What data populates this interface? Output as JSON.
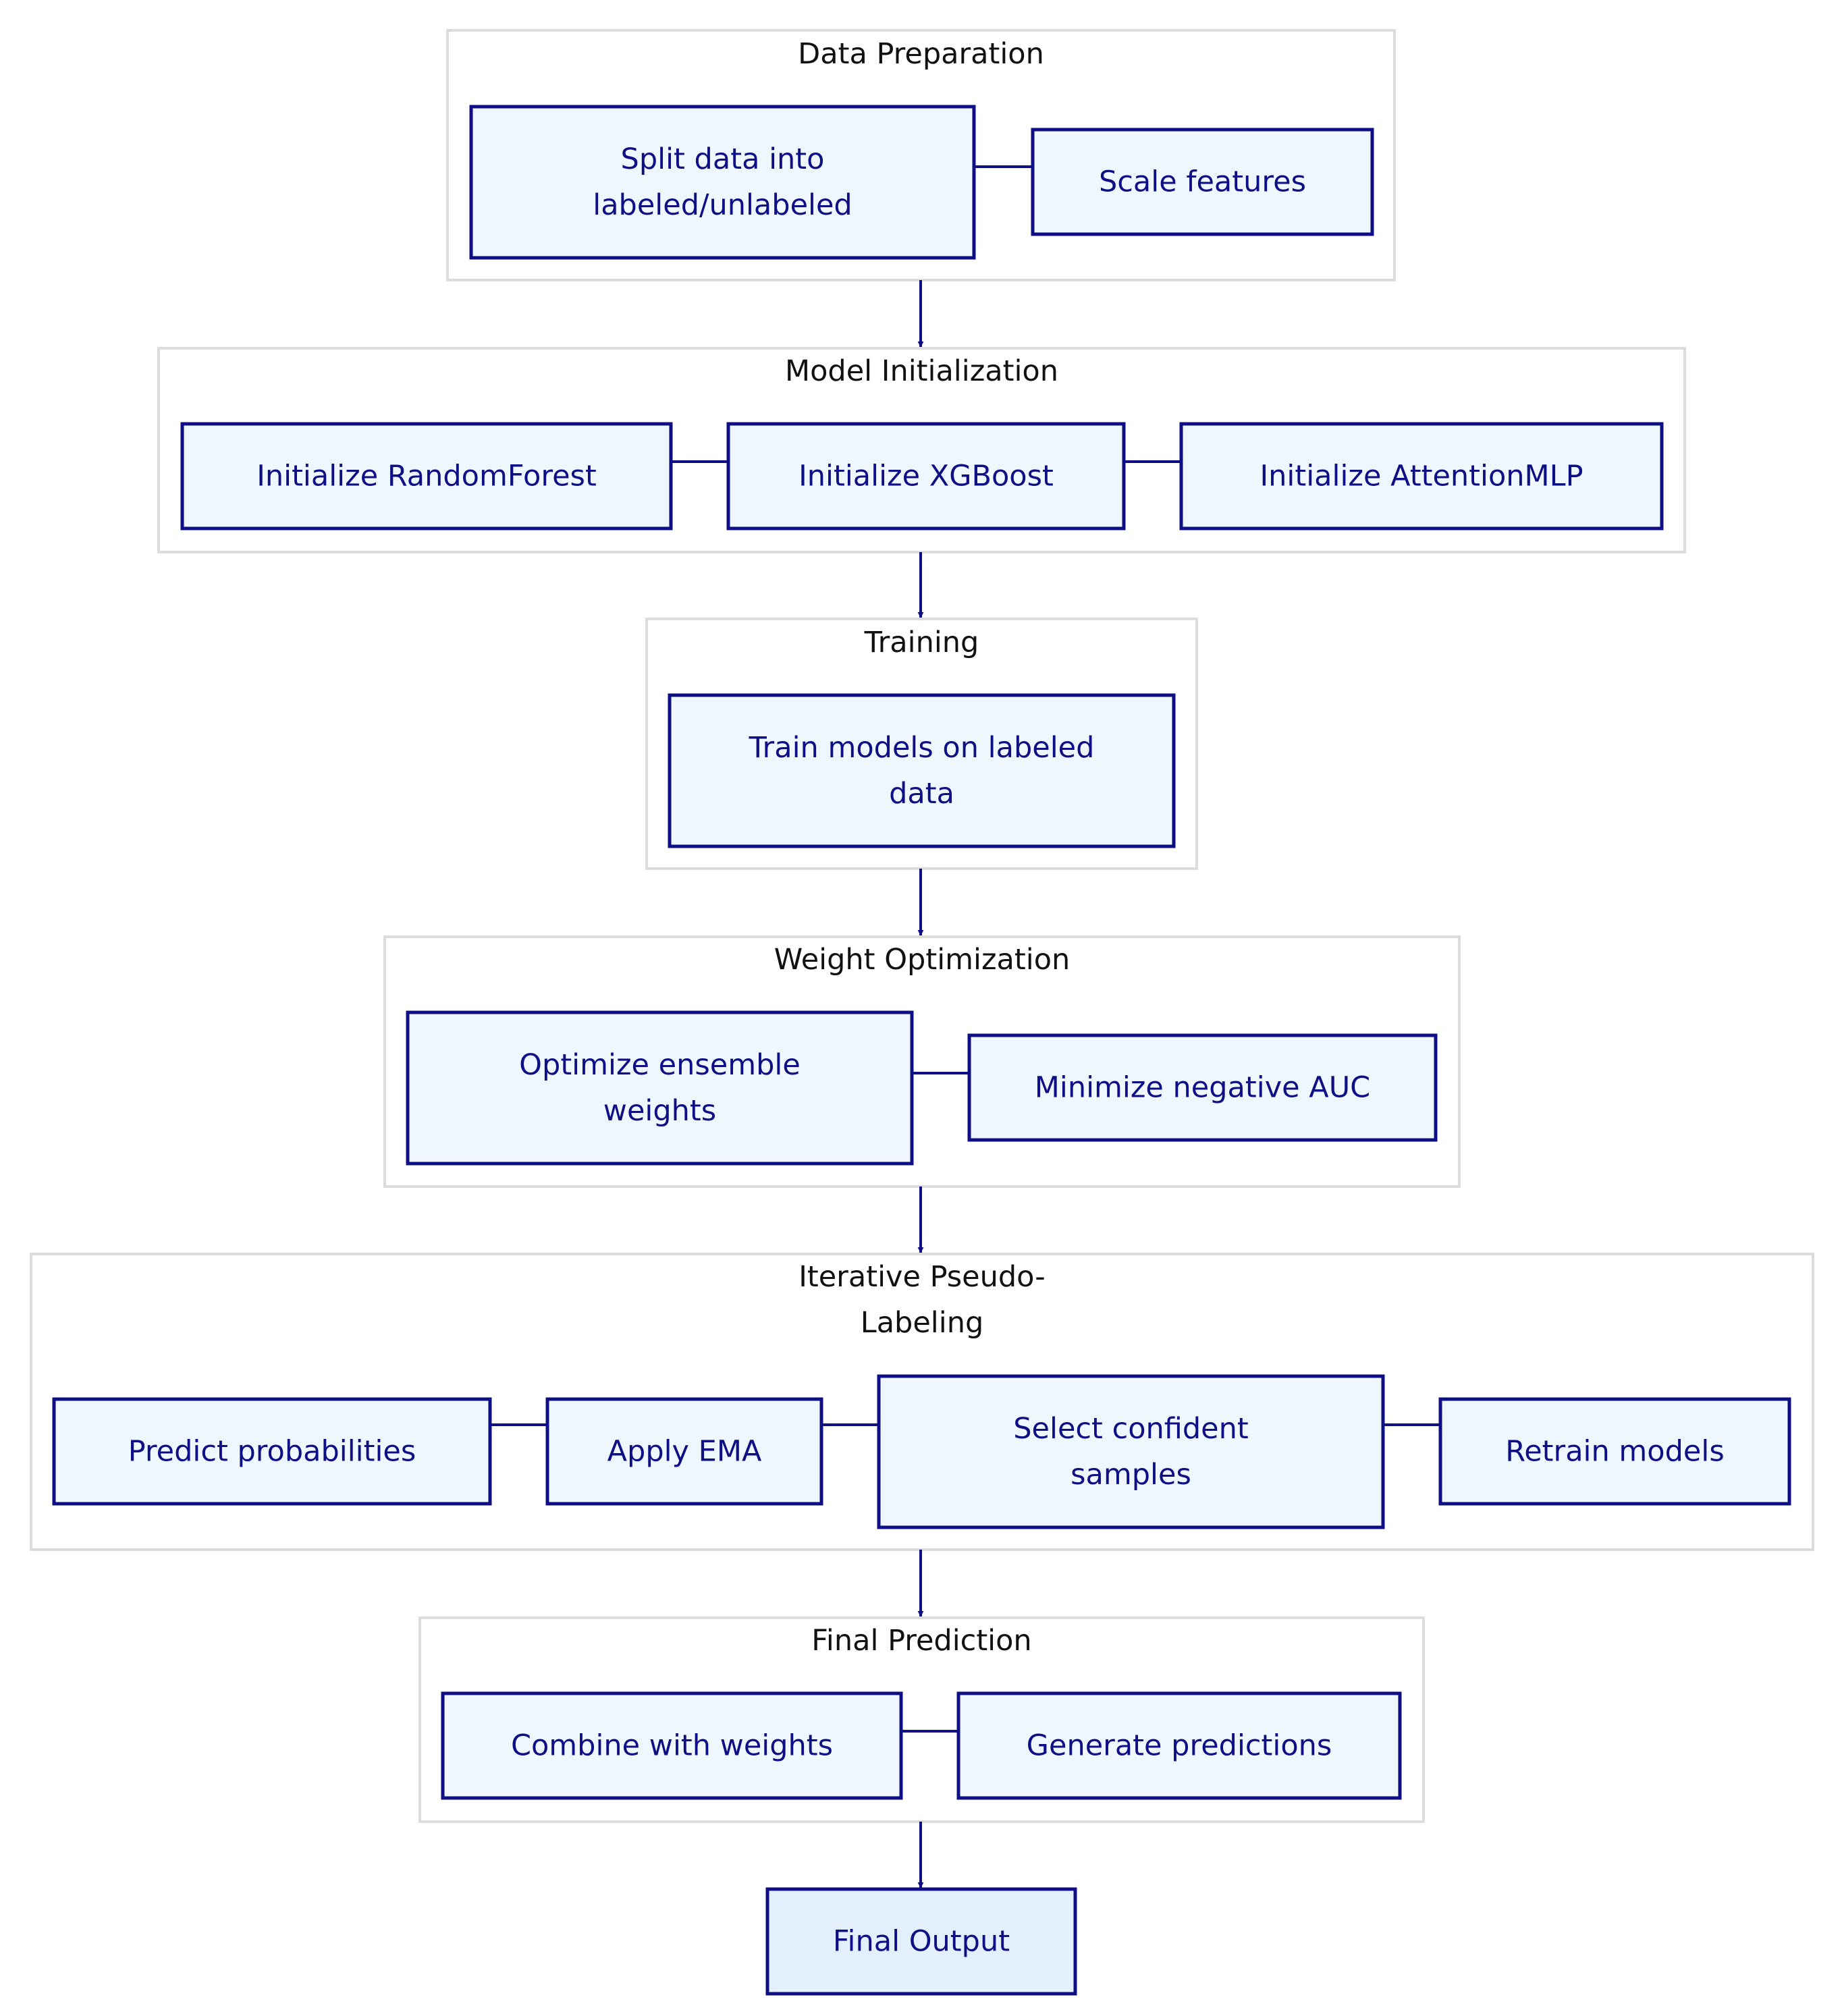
{
  "diagram": {
    "colors": {
      "stroke": "#0f0f85",
      "node_fill": "#eef6fe",
      "output_fill": "#e3effc",
      "stage_border": "#dcdcdc",
      "title_text": "#111111",
      "node_text": "#0f0f85"
    },
    "stages": [
      {
        "id": "data-preparation",
        "title": [
          "Data Preparation"
        ],
        "nodes": [
          {
            "id": "split-data",
            "label": [
              "Split data into",
              "labeled/unlabeled"
            ]
          },
          {
            "id": "scale-features",
            "label": [
              "Scale features"
            ]
          }
        ]
      },
      {
        "id": "model-initialization",
        "title": [
          "Model Initialization"
        ],
        "nodes": [
          {
            "id": "init-randomforest",
            "label": [
              "Initialize RandomForest"
            ]
          },
          {
            "id": "init-xgboost",
            "label": [
              "Initialize XGBoost"
            ]
          },
          {
            "id": "init-attentionmlp",
            "label": [
              "Initialize AttentionMLP"
            ]
          }
        ]
      },
      {
        "id": "training",
        "title": [
          "Training"
        ],
        "nodes": [
          {
            "id": "train-models",
            "label": [
              "Train models on labeled",
              "data"
            ]
          }
        ]
      },
      {
        "id": "weight-optimization",
        "title": [
          "Weight Optimization"
        ],
        "nodes": [
          {
            "id": "optimize-weights",
            "label": [
              "Optimize ensemble",
              "weights"
            ]
          },
          {
            "id": "minimize-auc",
            "label": [
              "Minimize negative AUC"
            ]
          }
        ]
      },
      {
        "id": "iterative-pseudo-labeling",
        "title": [
          "Iterative Pseudo-",
          "Labeling"
        ],
        "nodes": [
          {
            "id": "predict-probabilities",
            "label": [
              "Predict probabilities"
            ]
          },
          {
            "id": "apply-ema",
            "label": [
              "Apply EMA"
            ]
          },
          {
            "id": "select-confident",
            "label": [
              "Select confident",
              "samples"
            ]
          },
          {
            "id": "retrain-models",
            "label": [
              "Retrain models"
            ]
          }
        ]
      },
      {
        "id": "final-prediction",
        "title": [
          "Final Prediction"
        ],
        "nodes": [
          {
            "id": "combine-weights",
            "label": [
              "Combine with weights"
            ]
          },
          {
            "id": "generate-predictions",
            "label": [
              "Generate predictions"
            ]
          }
        ]
      }
    ],
    "output": {
      "id": "final-output",
      "label": [
        "Final Output"
      ]
    }
  }
}
